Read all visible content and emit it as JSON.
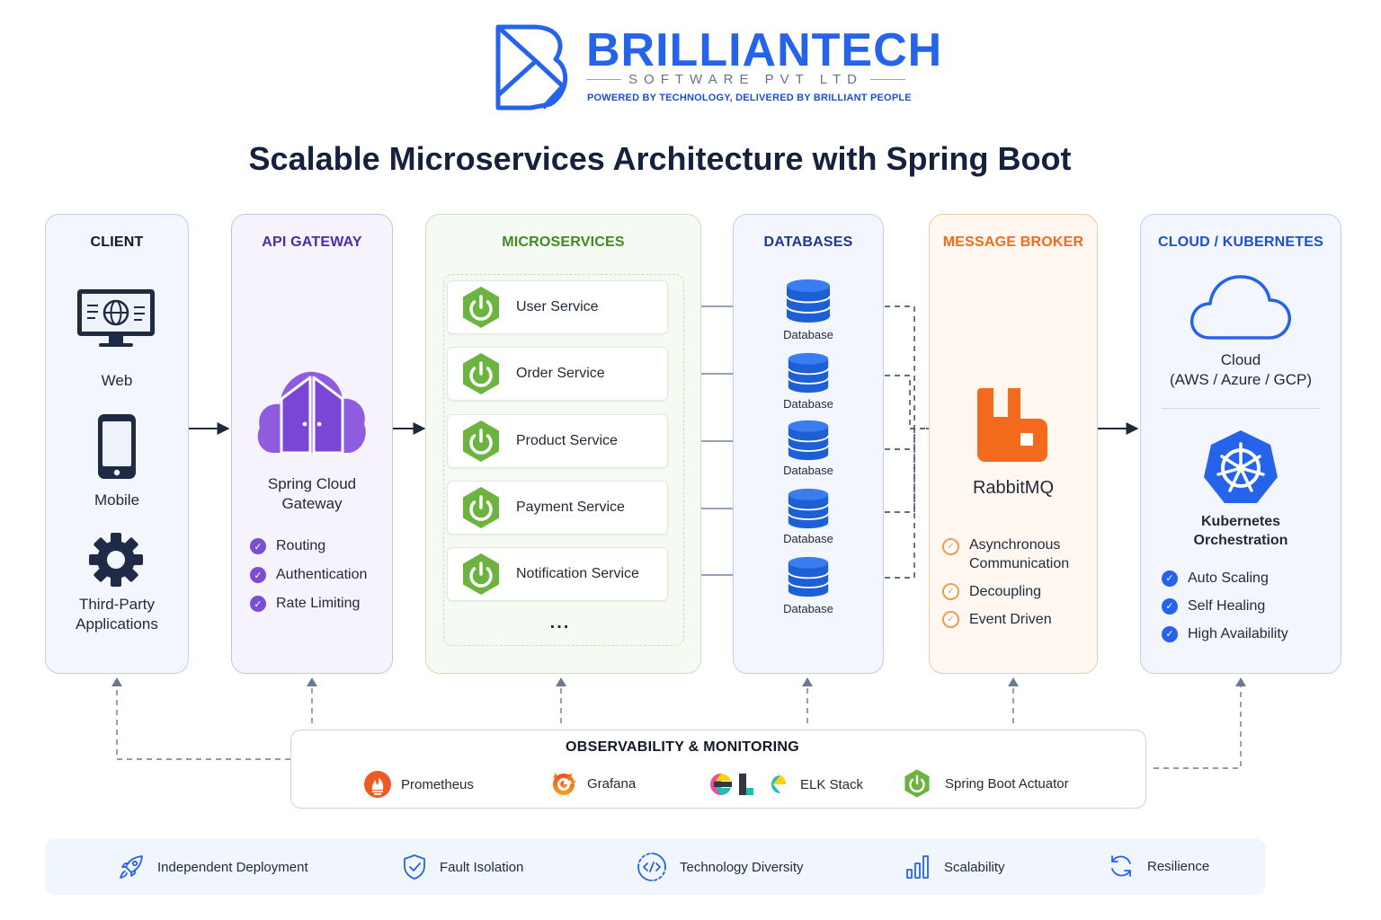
{
  "brand": {
    "name": "BRILLIANTECH",
    "subtitle": "SOFTWARE PVT LTD",
    "tagline": "POWERED BY TECHNOLOGY, DELIVERED BY BRILLIANT PEOPLE",
    "color": "#2563eb"
  },
  "title": "Scalable Microservices Architecture with Spring Boot",
  "client": {
    "heading": "CLIENT",
    "items": [
      {
        "label": "Web",
        "icon": "monitor-icon"
      },
      {
        "label": "Mobile",
        "icon": "smartphone-icon"
      },
      {
        "label": "Third-Party Applications",
        "icon": "gear-icon"
      }
    ]
  },
  "gateway": {
    "heading": "API GATEWAY",
    "name": "Spring Cloud Gateway",
    "icon": "cloud-gateway-icon",
    "features": [
      "Routing",
      "Authentication",
      "Rate Limiting"
    ],
    "color": "#7a4fd4"
  },
  "microservices": {
    "heading": "MICROSERVICES",
    "services": [
      "User Service",
      "Order Service",
      "Product Service",
      "Payment Service",
      "Notification Service"
    ],
    "more": "...",
    "color": "#6bb43f"
  },
  "databases": {
    "heading": "DATABASES",
    "items": [
      "Database",
      "Database",
      "Database",
      "Database",
      "Database"
    ],
    "color": "#1d5fd6"
  },
  "broker": {
    "heading": "MESSAGE BROKER",
    "name": "RabbitMQ",
    "icon": "rabbitmq-icon",
    "features": [
      "Asynchronous Communication",
      "Decoupling",
      "Event Driven"
    ],
    "color": "#f36a1d"
  },
  "cloud": {
    "heading": "CLOUD / KUBERNETES",
    "cloud_label": "Cloud",
    "cloud_sub": "(AWS / Azure / GCP)",
    "k8s_label": "Kubernetes Orchestration",
    "features": [
      "Auto Scaling",
      "Self Healing",
      "High Availability"
    ],
    "color": "#2563eb"
  },
  "observability": {
    "heading": "OBSERVABILITY & MONITORING",
    "tools": [
      {
        "label": "Prometheus",
        "icon": "prometheus-icon"
      },
      {
        "label": "Grafana",
        "icon": "grafana-icon"
      },
      {
        "label": "ELK Stack",
        "icon": "elk-icon"
      },
      {
        "label": "Spring Boot Actuator",
        "icon": "spring-icon"
      }
    ]
  },
  "benefits": [
    {
      "label": "Independent Deployment",
      "icon": "rocket-icon"
    },
    {
      "label": "Fault Isolation",
      "icon": "shield-icon"
    },
    {
      "label": "Technology Diversity",
      "icon": "code-icon"
    },
    {
      "label": "Scalability",
      "icon": "bar-chart-icon"
    },
    {
      "label": "Resilience",
      "icon": "refresh-icon"
    }
  ]
}
